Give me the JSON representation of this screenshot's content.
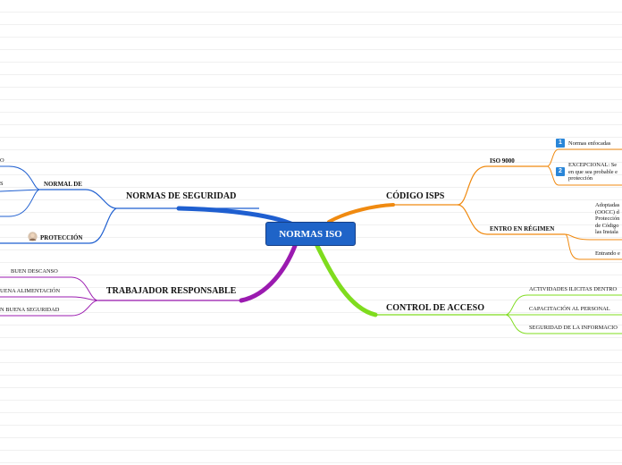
{
  "root": {
    "label": "NORMAS ISO",
    "color": "#1f64c8"
  },
  "branches": {
    "seguridad": {
      "label": "NORMAS DE SEGURIDAD",
      "color": "#1f5fd0",
      "sub_normal": "NORMAL DE",
      "leaves": [
        "O",
        "S"
      ],
      "proteccion": "PROTECCIÓN"
    },
    "trabajador": {
      "label": "TRABAJADOR RESPONSABLE",
      "color": "#9b1bb0",
      "leaves": [
        "BUEN DESCANSO",
        "UENA ALIMENTACIÓN",
        "N BUENA SEGURIDAD"
      ]
    },
    "isps": {
      "label": "CÓDIGO ISPS",
      "color": "#f08a10",
      "iso9000": "ISO 9000",
      "item1_num": "1",
      "item1": "Normas enfocadas",
      "item2_num": "2",
      "item2_lines": [
        "EXCEPCIONAL: Se",
        "en que sea probable e",
        "protección"
      ],
      "regimen": "ENTRO EN RÉGIMEN",
      "regimen_lines": [
        "Adoptadas",
        "(OOCC) d",
        "Protección",
        "de Código",
        "las Instala"
      ],
      "entrando": "Entrando e"
    },
    "acceso": {
      "label": "CONTROL DE ACCESO",
      "color": "#7fdc1e",
      "leaves": [
        "ACTIVIDADES ILICITAS DENTRO",
        "CAPACITACIÓN AL PERSONAL",
        "SEGURIDAD DE LA INFORMACIO"
      ]
    }
  }
}
